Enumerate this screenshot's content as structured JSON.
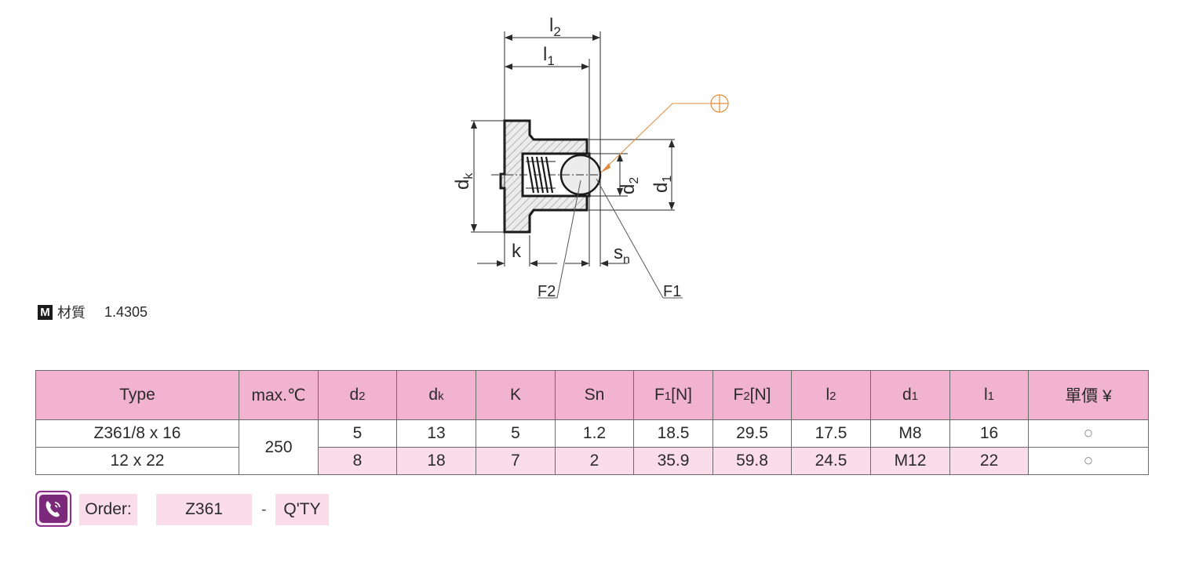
{
  "drawing": {
    "labels": {
      "l2_main": "l",
      "l2_sub": "2",
      "l1_main": "l",
      "l1_sub": "1",
      "dk_main": "d",
      "dk_sub": "k",
      "d2_main": "d",
      "d2_sub": "2",
      "d1_main": "d",
      "d1_sub": "1",
      "k": "k",
      "sn_main": "s",
      "sn_sub": "n",
      "f2": "F2",
      "f1": "F1"
    },
    "colors": {
      "line": "#2a2a2a",
      "hatch": "#c9c9c9",
      "leader": "#e08a3a"
    }
  },
  "material": {
    "icon_letter": "M",
    "label": "材質",
    "value": "1.4305"
  },
  "table": {
    "headers": {
      "type": "Type",
      "maxc": "max.℃",
      "d2": {
        "main": "d",
        "sub": "2"
      },
      "dk": {
        "main": "d",
        "sub": "k"
      },
      "k": "K",
      "sn": "Sn",
      "f1": {
        "main": "F",
        "sub": "1",
        "tail": "[N]"
      },
      "f2": {
        "main": "F",
        "sub": "2",
        "tail": "[N]"
      },
      "l2": {
        "main": "l",
        "sub": "2"
      },
      "d1": {
        "main": "d",
        "sub": "1"
      },
      "l1": {
        "main": "l",
        "sub": "1"
      },
      "price": "單價 ¥"
    },
    "max_temp": "250",
    "rows": [
      {
        "type": "Z361/8 x 16",
        "d2": "5",
        "dk": "13",
        "k": "5",
        "sn": "1.2",
        "f1": "18.5",
        "f2": "29.5",
        "l2": "17.5",
        "d1": "M8",
        "l1": "16",
        "price": "○"
      },
      {
        "type": "12 x 22",
        "d2": "8",
        "dk": "18",
        "k": "7",
        "sn": "2",
        "f1": "35.9",
        "f2": "59.8",
        "l2": "24.5",
        "d1": "M12",
        "l1": "22",
        "price": "○"
      }
    ],
    "colors": {
      "header_bg": "#f1b3cf",
      "shade_bg": "#fbdde9"
    }
  },
  "order": {
    "icon": "phone-icon",
    "label": "Order:",
    "code": "Z361",
    "separator": "-",
    "qty": "Q'TY"
  }
}
